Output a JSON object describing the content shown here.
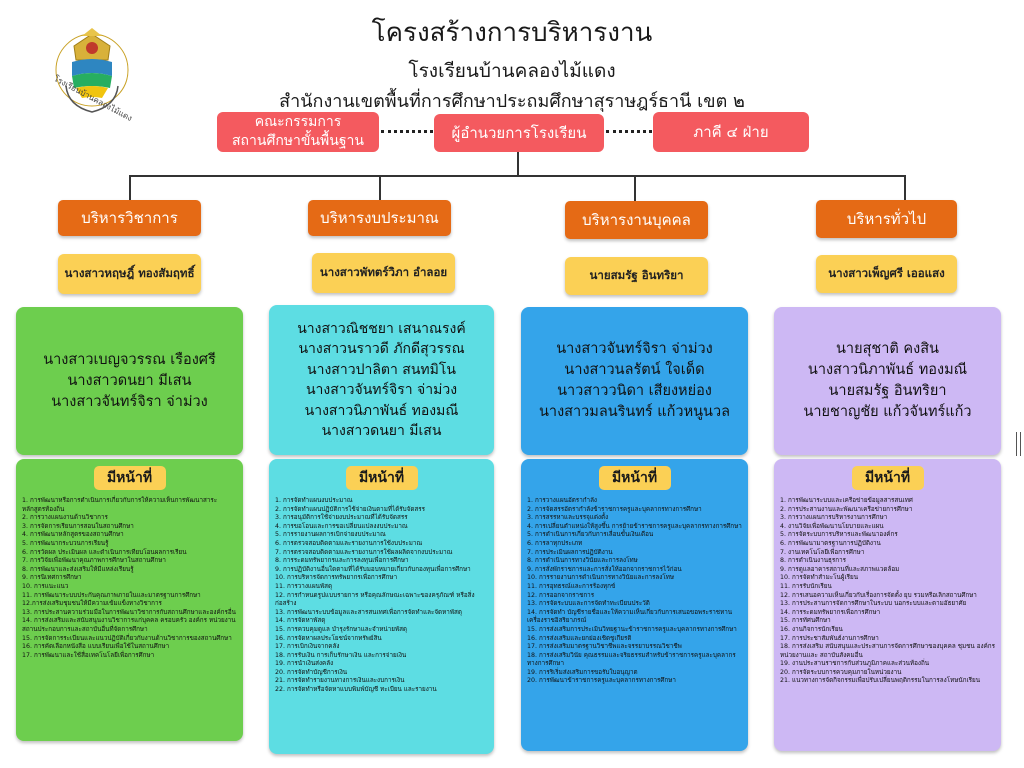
{
  "header": {
    "title": "โครงสร้างการบริหารงาน",
    "school": "โรงเรียนบ้านคลองไม้แดง",
    "office": "สำนักงานเขตพื้นที่การศึกษาประถมศึกษาสุราษฎร์ธานี เขต ๒"
  },
  "logo": {
    "icon": "school-emblem-icon",
    "text": "โรงเรียนบ้านคลองไม้แดง"
  },
  "top": {
    "committee": "คณะกรรมการ\nสถานศึกษาขั้นพื้นฐาน",
    "director": "ผู้อำนวยการโรงเรียน",
    "network": "ภาคี ๔ ฝ่าย"
  },
  "duty_label": "มีหน้าที่",
  "colors": {
    "red": "#f45a5f",
    "orange": "#e56a15",
    "yellow": "#fbd055",
    "green": "#6dce4e",
    "cyan": "#5ddde3",
    "blue": "#34a4ea",
    "purple": "#cdb8f4"
  },
  "departments": [
    {
      "name": "บริหารวิชาการ",
      "head": "นางสาวหฤษฎิ์ ทองสัมฤทธิ์",
      "members": [
        "นางสาวเบญจวรรณ เรืองศรี",
        "นางสาวดนยา มีเสน",
        "นางสาวจันทร์จิรา จ่าม่วง"
      ],
      "duties": [
        "1. การพัฒนาหรือการดำเนินการเกี่ยวกับการให้ความเห็นการพัฒนาสาระหลักสูตรท้องถิ่น",
        "2. การวางแผนงานด้านวิชาการ",
        "3. การจัดการเรียนการสอนในสถานศึกษา",
        "4. การพัฒนาหลักสูตรของสถานศึกษา",
        "5. การพัฒนากระบวนการเรียนรู้",
        "6. การวัดผล ประเมินผล และดำเนินการเทียบโอนผลการเรียน",
        "7. การวิจัยเพื่อพัฒนาคุณภาพการศึกษาในสถานศึกษา",
        "8. การพัฒนาและส่งเสริมให้มีแหล่งเรียนรู้",
        "9. การนิเทศการศึกษา",
        "10. การแนะแนว",
        "11. การพัฒนาระบบประกันคุณภาพภายในและมาตรฐานการศึกษา",
        "12.การส่งเสริมชุมชนให้มีความเข้มแข็งทางวิชาการ",
        "13. การประสานความร่วมมือในการพัฒนาวิชาการกับสถานศึกษาและองค์กรอื่น",
        "14. การส่งเสริมและสนับสนุนงานวิชาการแก่บุคคล ครอบครัว องค์กร หน่วยงานสถานประกอบการและสถาบันอื่นที่จัดการศึกษา",
        "15. การจัดการระเบียนและแนวปฏิบัติเกี่ยวกับงานด้านวิชาการของสถานศึกษา",
        "16. การคัดเลือกหนังสือ แบบเรียนเพื่อใช้ในสถานศึกษา",
        "17. การพัฒนาและใช้สื่อเทคโนโลยีเพื่อการศึกษา"
      ]
    },
    {
      "name": "บริหารงบประมาณ",
      "head": "นางสาวพัทตร์วิภา อำลอย",
      "members": [
        "นางสาวณิชชยา เสนาณรงค์",
        "นางสาวนราวดี ภักดีสุวรรณ",
        "นางสาวปาลิตา สนทมิโน",
        "นางสาวจันทร์จิรา จ่าม่วง",
        "นางสาวนิภาพันธ์ ทองมณี",
        "นางสาวดนยา มีเสน"
      ],
      "duties": [
        "1. การจัดทำแผนงบประมาณ",
        "2. การจัดทำแผนปฏิบัติการใช้จ่ายเงินตามที่ได้รับจัดสรร",
        "3. การอนุมัติการใช้จ่ายงบประมาณที่ได้รับจัดสรร",
        "4. การขอโอนและการขอเปลี่ยนแปลงงบประมาณ",
        "5. การรายงานผลการเบิกจ่ายงบประมาณ",
        "6. การตรวจสอบติดตามและรายงานการใช้งบประมาณ",
        "7. การตรวจสอบติดตามและรายงานการใช้ผลผลิตจากงบประมาณ",
        "8. การระดมทรัพยากรและการลงทุนเพื่อการศึกษา",
        "9. การปฏิบัติงานอื่นใดตามที่ได้รับมอบหมายเกี่ยวกับกองทุนเพื่อการศึกษา",
        "10. การบริหารจัดการทรัพยากรเพื่อการศึกษา",
        "11. การวางแผนพัสดุ",
        "12. การกำหนดรูปแบบรายการ หรือคุณลักษณะเฉพาะของครุภัณฑ์ หรือสิ่งก่อสร้าง",
        "13. การพัฒนาระบบข้อมูลและสารสนเทศเพื่อการจัดทำและจัดหาพัสดุ",
        "14. การจัดหาพัสดุ",
        "15. การควบคุมดูแล บำรุงรักษาและจำหน่ายพัสดุ",
        "16. การจัดหาผลประโยชน์จากทรัพย์สิน",
        "17. การเบิกเงินจากคลัง",
        "18. การรับเงิน การเก็บรักษาเงิน และการจ่ายเงิน",
        "19. การนำเงินส่งคลัง",
        "20. การจัดทำบัญชีการเงิน",
        "21. การจัดทำรายงานทางการเงินและงบการเงิน",
        "22. การจัดทำหรือจัดหาแบบพิมพ์บัญชี ทะเบียน และรายงาน"
      ]
    },
    {
      "name": "บริหารงานบุคคล",
      "head": "นายสมรัฐ อินทริยา",
      "members": [
        "นางสาวจันทร์จิรา จ่าม่วง",
        "นางสาวนลรัตน์ ใจเด็ด",
        "นาวสาววนิดา เสียงหย่อง",
        "นางสาวมลนรินทร์ แก้วหนูนวล"
      ],
      "duties": [
        "1. การวางแผนอัตรากำลัง",
        "2. การจัดสรรอัตรากำลังข้าราชการครูและบุคลากรทางการศึกษา",
        "3. การสรรหาและบรรจุแต่งตั้ง",
        "4. การเปลี่ยนตำแหน่งให้สูงขึ้น การย้ายข้าราชการครูและบุคลากรทางการศึกษา",
        "5. การดำเนินการเกี่ยวกับการเลื่อนขั้นเงินเดือน",
        "6. การลาทุกประเภท",
        "7. การประเมินผลการปฏิบัติงาน",
        "8. การดำเนินการทางวินัยและการลงโทษ",
        "9. การสั่งพักราชการและการสั่งให้ออกจากราชการไว้ก่อน",
        "10. การรายงานการดำเนินการทางวินัยและการลงโทษ",
        "11. การอุทธรณ์และการร้องทุกข์",
        "12. การออกจากราชการ",
        "13. การจัดระบบและการจัดทำทะเบียนประวัติ",
        "14. การจัดทำ บัญชีรายชื่อและให้ความเห็นเกี่ยวกับการเสนอขอพระราชทาน เครื่องราชอิสริยาภรณ์",
        "15. การส่งเสริมการประเมินวิทยฐานะข้าราชการครูและบุคลากรทางการศึกษา",
        "16. การส่งเสริมและยกย่องเชิดชูเกียรติ",
        "17. การส่งเสริมมาตรฐานวิชาชีพและจรรยาบรรณวิชาชีพ",
        "18. การส่งเสริมวินัย คุณธรรมและจริยธรรมสำหรับข้าราชการครูและบุคลากรทางการศึกษา",
        "19. การริเริ่มส่งเสริมการขอรับใบอนุญาต",
        "20. การพัฒนาข้าราชการครูและบุคลากรทางการศึกษา"
      ]
    },
    {
      "name": "บริหารทั่วไป",
      "head": "นางสาวเพ็ญศรี เออแสง",
      "members": [
        "นายสุชาติ คงสิน",
        "นางสาวนิภาพันธ์ ทองมณี",
        "นายสมรัฐ อินทริยา",
        "นายชาญชัย แก้วจันทร์แก้ว"
      ],
      "duties": [
        "1. การพัฒนาระบบและเครือข่ายข้อมูลสารสนเทศ",
        "2. การประสานงานและพัฒนาเครือข่ายการศึกษา",
        "3. การวางแผนการบริหารงานการศึกษา",
        "4. งานวิจัยเพื่อพัฒนานโยบายและแผน",
        "5. การจัดระบบการบริหารและพัฒนาองค์กร",
        "6. การพัฒนามาตรฐานการปฏิบัติงาน",
        "7. งานเทคโนโลยีเพื่อการศึกษา",
        "8. การดำเนินงานธุรการ",
        "9. การดูแลอาคารสถานที่และสภาพแวดล้อม",
        "10. การจัดทำสำมะโนผู้เรียน",
        "11. การรับนักเรียน",
        "12. การเสนอความเห็นเกี่ยวกับเรื่องการจัดตั้ง ยุบ รวมหรือเลิกสถานศึกษา",
        "13. การประสานการจัดการศึกษาในระบบ นอกระบบและตามอัธยาศัย",
        "14. การระดมทรัพยากรเพื่อการศึกษา",
        "15. การทัศนศึกษา",
        "16. งานกิจการนักเรียน",
        "17. การประชาสัมพันธ์งานการศึกษา",
        "18. การส่งเสริม สนับสนุนและประสานการจัดการศึกษาของบุคคล ชุมชน องค์กร หน่วยงานและ สถาบันสังคมอื่น",
        "19. งานประสานราชการกับส่วนภูมิภาคและส่วนท้องถิ่น",
        "20. การจัดระบบการควบคุมภายในหน่วยงาน",
        "21. แนวทางการจัดกิจกรรมเพื่อปรับเปลี่ยนพฤติกรรมในการลงโทษนักเรียน"
      ]
    }
  ]
}
